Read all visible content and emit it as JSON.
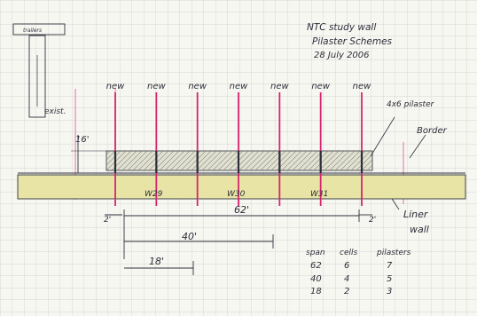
{
  "header": {
    "title_line1": "NTC study wall",
    "title_line2": "Pilaster Schemes",
    "date": "28 July 2006"
  },
  "corner_note": "trailers",
  "pilaster_label": "new",
  "pilaster_count": 7,
  "callouts": {
    "pilaster": "4x6 pilaster",
    "border": "Border",
    "liner_line1": "Liner",
    "liner_line2": "wall",
    "existing": "exist.",
    "height_dim": "16'"
  },
  "wall_markers": [
    "W29",
    "W30",
    "W31"
  ],
  "dimensions": {
    "left_edge": "2'",
    "span_total": "62'",
    "right_edge": "2'",
    "span_mid": "40'",
    "span_short": "18'"
  },
  "table": {
    "headers": [
      "span",
      "cells",
      "pilasters"
    ],
    "rows": [
      [
        "62",
        "6",
        "7"
      ],
      [
        "40",
        "4",
        "5"
      ],
      [
        "18",
        "2",
        "3"
      ]
    ]
  },
  "colors": {
    "ink": "#2c2f3a",
    "pilaster": "#d6246e",
    "wall_fill": "#e8e4a6",
    "grid": "#c9cbc6",
    "paper": "#f7f7f2"
  }
}
